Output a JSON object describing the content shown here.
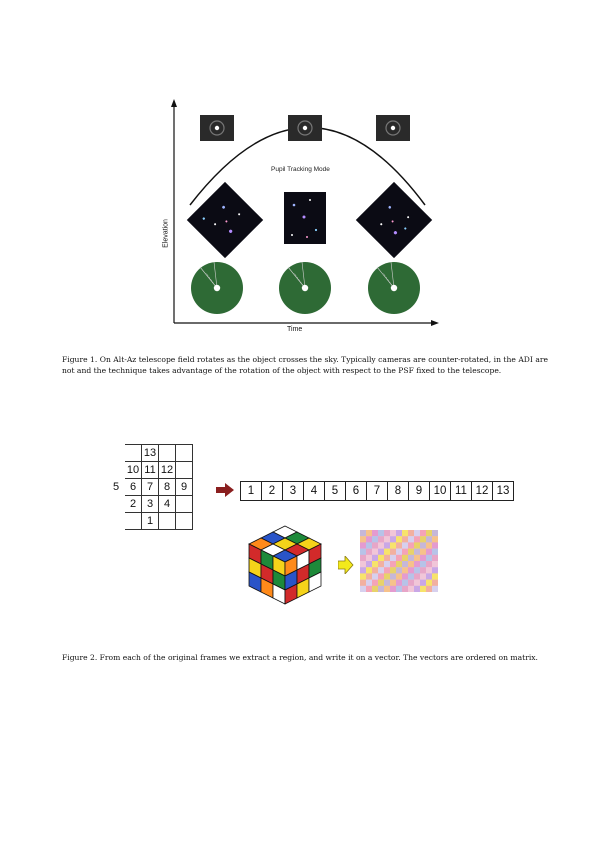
{
  "figure1": {
    "y_axis_label": "Elevation",
    "x_axis_label": "Time",
    "mode_label": "Pupil Tracking Mode",
    "caption": "Figure 1.   On Alt-Az telescope field rotates as the object crosses the sky.  Typically cameras are counter-rotated, in the ADI are not and the technique takes advantage of the rotation of the object with respect to the PSF fixed to the telescope."
  },
  "figure2": {
    "grid": [
      [
        "",
        "",
        "13",
        "",
        ""
      ],
      [
        "",
        "10",
        "11",
        "12",
        ""
      ],
      [
        "5",
        "6",
        "7",
        "8",
        "9"
      ],
      [
        "",
        "2",
        "3",
        "4",
        ""
      ],
      [
        "",
        "",
        "1",
        "",
        ""
      ]
    ],
    "vector": [
      "1",
      "2",
      "3",
      "4",
      "5",
      "6",
      "7",
      "8",
      "9",
      "10",
      "11",
      "12",
      "13"
    ],
    "caption": "Figure 2.   From each of the original frames we extract a region, and write it on a vector. The vectors are ordered on matrix."
  },
  "colors": {
    "pupil_green": "#2e6a35",
    "arrow_red": "#8a1f1f",
    "arrow_yellow": "#f3ea1c"
  }
}
